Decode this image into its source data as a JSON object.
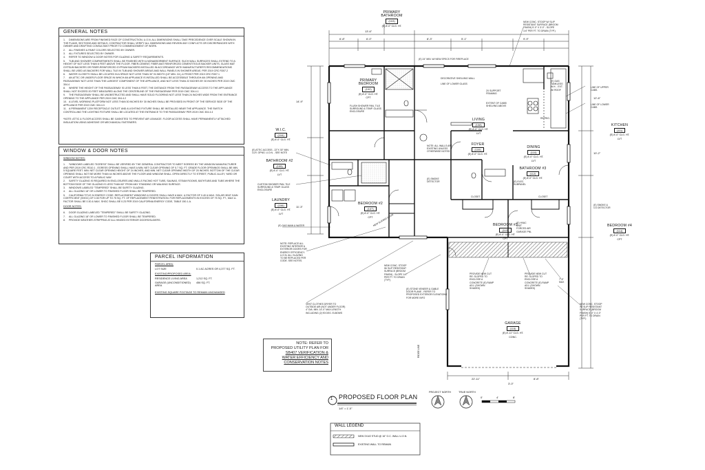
{
  "general_notes": {
    "title": "GENERAL NOTES",
    "items": [
      {
        "num": "1.",
        "text": "DIMENSIONS ARE FROM FINISHED FACE OF CONSTRUCTION, U.O.N. ALL DIMENSIONS SHALL TAKE PRECEDENCE OVER SCALE SHOWN IN THE PLANS, SECTIONS AND DETAILS. CONTRACTOR SHALL VERIFY ALL DIMENSIONS AND REVIEW ANY CONFLICTS OR DISCREPANCIES WITH OWNER AND DRAFTING CONSULTANT PRIOR TO COMMENCEMENT OF WORK."
      },
      {
        "num": "2.",
        "text": "ALL FINISHES & PAINT COLORS SELECTED BY OWNER."
      },
      {
        "num": "3.",
        "text": "ALL FIXTURES SELECTED BY OWNER."
      },
      {
        "num": "4.",
        "text": "REFER TO WINDOW & DOOR NOTES FOR GLAZING & SAFETY REQUIREMENTS."
      },
      {
        "num": "5.",
        "text": "TUB AND SHOWER COMPARTMENTS SHALL BE FINISHED WITH A NONABSORBENT SURFACE. SUCH WALL SURFACES SHALL EXTEND TO A HEIGHT OF NOT LESS THAN 6 FEET ABOVE THE FLOOR. FIBER-CEMENT, FIBER-MAT REINFORCED CEMENTITIOUS BACKER UNITS, GLASS MAT GYPSUM BACKERS OR FIBER-REINFORCED GYPSUM BACKERS INSTALLED IN ACCORDANCE WITH MANUFACTURER'S RECOMMENDATIONS SHALL BE USED AS BACKERS FOR WALL TILE IN TUB AND SHOWER AREAS AND WALL PANELS IN SHOWER AREAS. PER 2019 CRC R307.2"
      },
      {
        "num": "6.",
        "text": "WATER CLOSETS SHALL BE LOCATED IN A SPACE NOT LESS THAN 30\" IN WIDTH (15\" MIN. C/L) & FRONT PER 2019 CRC R307.1"
      },
      {
        "num": "7.",
        "text": "AN ATTIC OR UNDER-FLOOR SPACE IN WHICH AN APPLIANCE IS INSTALLED SHALL BE ACCESSIBLE THROUGH AN OPENING AND PASSAGEWAY NOT LESS THAN THE LARGEST COMPONENT OF THE APPLIANCE, AND NOT LESS THAN 22 INCHES BY 30 INCHES PER 2019 CMC 304.4"
      },
      {
        "num": "8.",
        "text": "WHERE THE HEIGHT OF THE PASSAGEWAY IS LESS THAN 6 FEET, THE DISTANCE FROM THE PASSAGEWAY ACCESS TO THE APPLIANCE SHALL NOT EXCEED 20 FEET MEASURED ALONG THE CENTERLINE OF THE PASSAGEWAY PER 2019 CMC 304.4.1"
      },
      {
        "num": "9.",
        "text": "THE PASSAGEWAY SHALL BE UNOBSTRUCTED AND SHALL HAVE SOLID FLOORING NOT LESS THAN 24 INCHES WIDE FROM THE ENTRANCE OPENING TO THE APPLIANCE PER 2019 CMC 304.4.2"
      },
      {
        "num": "10.",
        "text": "A LEVEL WORKING PLATFORM NOT LESS THAN 30 INCHES BY 30 INCHES SHALL BE PROVIDED IN FRONT OF THE SERVICE SIDE OF THE APPLIANCE PER 2019 CMC 304.4.3"
      },
      {
        "num": "11.",
        "text": "A PERMANENT 120V RECEPTACLE OUTLET AND A LIGHTING FIXTURE SHALL BE INSTALLED NEAR THE APPLIANCE. THE SWITCH CONTROLLING THE LIGHTING FIXTURE SHALL BE LOCATED AT THE ENTRANCE TO THE PASSAGEWAY PER 2019 CMC 304.4.4"
      }
    ],
    "footnote": "*NOTE: ATTIC & FLOOR ACCESS SHALL BE GASKETED TO PREVENT AIR LEAKAGE. FLOOR ACCESS SHALL HAVE PERMANENTLY ATTACHED INSULATION USING ADHESIVE OR MECHANICAL FASTENERS."
  },
  "window_door_notes": {
    "title": "WINDOW & DOOR NOTES",
    "window_heading": "WINDOW NOTES:",
    "window_items": [
      {
        "num": "1.",
        "text": "*WINDOWS LABELED \"EGRESS\" SHALL BE VERIFIED BY THE GENERAL CONTRACTOR TO MEET EGRESS BY THE WINDOW MANUFACTURER AND PER 2019 CRC R310.1 - EGRESS OPENING SHALL HAVE A MIN. NET CLEAR OPENING OF 5.7 SQ. FT. GRADE FLOOR OPENINGS SHALL BE MIN. 5 SQUARE FEET. MIN. NET CLEAR OPENING HEIGHT OF 24 INCHES, AND MIN. NET CLEAR OPENING WIDTH OF 20 INCHES. BOTTOM OF THE CLEAR OPENING SHALL NOT BE MORE THAN 44 INCHES ABOVE THE FLOOR AND WINDOW SHALL OPEN DIRECTLY TO STREET, PUBLIC ALLEY, YARD OR COURT WITH ACCESS TO A PUBLIC WAY."
      },
      {
        "num": "2.",
        "text": "SAFETY GLAZING IS REQUIRED IN ENCLOSURES AND WALLS FACING HOT TUBS, SAUNAS, STEAM ROOMS, BATHTUBS AND TUBS WHERE THE BOTTOM EDGE OF THE GLAZING IS LESS THAN 60\" FROM ANY STANDING OR WALKING SURFACE."
      },
      {
        "num": "3.",
        "text": "WINDOWS LABELED \"TEMPERED\" SHALL BE SAFETY GLAZING."
      },
      {
        "num": "4.",
        "text": "ALL GLAZING 18\" OR LOWER TO FINISHED FLOOR SHALL BE TEMPERED."
      },
      {
        "num": "5.",
        "text": "CALIFORNIA TITLE 24 ENERGY CODE: REPLACEMENT WINDOWS & DOORS SHALL HAVE A MAX. U-FACTOR OF 0.40 & MAX. SOLAR HEAT GAIN COEFFICIENT (SHGC) OF 0.35 FOR UP TO 75 SQ. FT. OF REPLACEMENT FENESTRATION. FOR REPLACEMENTS IN EXCESS OF 75 SQ. FT., MAX U-FACTOR SHALL BE 0.30 & MAX. SHGC SHALL BE 0.23 PER 2019 CALIFORNIA ENERGY CODE, TABLE 150.1-A."
      }
    ],
    "door_heading": "DOOR NOTES:",
    "door_items": [
      {
        "num": "6.",
        "text": "DOOR GLAZING LABELED \"TEMPERED\" SHALL BE SAFETY GLAZING."
      },
      {
        "num": "7.",
        "text": "ALL GLAZING 18\" OR LOWER TO FINISHED FLOOR SHALL BE TEMPERED."
      },
      {
        "num": "8.",
        "text": "PROVIDE WEATHER-STRIPPING AT ALL HINGED EXTERIOR DOORS/SLIDERS."
      }
    ]
  },
  "parcel_info": {
    "title": "PARCEL INFORMATION",
    "area_heading": "PARCEL AREA:",
    "lot_label": "LOT SIZE",
    "lot_value": "0.1 AC ACRES OR 4,377 SQ. FT.",
    "existing_heading": "EXISTING/PROPOSED AREA:",
    "res_label": "RESIDENCE LIVING AREA",
    "res_value": "1,212 SQ. FT.",
    "garage_label": "GARAGE (UNCONDITIONED) AREA",
    "garage_value": "456 SQ. FT.",
    "footer": "EXISTING SQUARE FOOTAGE TO REMAIN UNCHANGED"
  },
  "utility_note": {
    "line1": "NOTE: REFER TO",
    "line2": "PROPOSED UTILITY PLAN FOR",
    "line3": "SB407 VERIFICATION &",
    "line4": "WATER EFFICIENCY AND",
    "line5": "CONSERVATION NOTES"
  },
  "title_block": {
    "number": "1",
    "title": "PROPOSED FLOOR PLAN",
    "scale": "1/4\" = 1'-0\"",
    "project_north": "PROJECT NORTH",
    "true_north": "TRUE NORTH",
    "scale_marks": [
      "0'",
      "4'",
      "8'"
    ]
  },
  "wall_legend": {
    "title": "WALL LEGEND",
    "new_wall": "NEW 2X4/2 STUD @ 16\" O.C. WALL U.O.N.",
    "existing_wall": "EXISTING WALL TO REMAIN"
  },
  "rooms": [
    {
      "key": "primary_bath",
      "name": "PRIMARY\nBATHROOM",
      "tag": "(103)",
      "sub": "(E) 8'-0\" CLG. HT."
    },
    {
      "key": "primary_bed",
      "name": "PRIMARY\nBEDROOM",
      "tag": "(102)",
      "sub": "(E) 8'-0\" CLG. HT.\nCPT"
    },
    {
      "key": "wic",
      "name": "W.I.C.",
      "tag": "(104)",
      "sub": "(E) 8'-0\" CLG. HT."
    },
    {
      "key": "bath2",
      "name": "BATHROOM #2",
      "tag": "(105)",
      "sub": "(E) 8'-0\" CLG. HT.\nLVT"
    },
    {
      "key": "laundry",
      "name": "LAUNDRY",
      "tag": "(106)",
      "sub": "(E) 8'-0\" CLG. HT.\nLVT"
    },
    {
      "key": "bed2",
      "name": "BEDROOM #2",
      "tag": "(107)",
      "sub": "(E) 8'-0\" CLG. HT.\nCPT"
    },
    {
      "key": "living",
      "name": "LIVING",
      "tag": "(108)",
      "sub": "(E) 8'-0\" CLG. HT.\nLVT"
    },
    {
      "key": "foyer",
      "name": "FOYER",
      "tag": "(109)",
      "sub": "(E) 8'-0\" CLG. HT."
    },
    {
      "key": "dining",
      "name": "DINING",
      "tag": "(110)",
      "sub": "(E) 8'-0\" CLG. HT.\nLVT"
    },
    {
      "key": "kitchen",
      "name": "KITCHEN",
      "tag": "(111)",
      "sub": "(E) 8'-0\" CLG. HT.\nLVT"
    },
    {
      "key": "bath3",
      "name": "BATHROOM #3",
      "tag": "(112)",
      "sub": "(E) 8'-0\" CLG. HT."
    },
    {
      "key": "bed3",
      "name": "BEDROOM #3",
      "tag": "(113)",
      "sub": "(E) 8'-0\" CLG. HT.\nCPT"
    },
    {
      "key": "bed4",
      "name": "BEDROOM #4",
      "tag": "(114)",
      "sub": "(E) 8'-0\" CLG. HT.\nCPT"
    },
    {
      "key": "garage",
      "name": "GARAGE",
      "tag": "(115)",
      "sub": "(E) 8'-11\" CLG. HT.\nCONC."
    }
  ],
  "callouts": {
    "conc_stoop_top": "NEW CONC. STOOP W/ SLIP\nRESISTANT SURFACE (BROOM\nFINISH) 5'-0\" X 3'-0\" - SLOPE\n1/4\" PER FT. TO DRAIN (TYP.)",
    "egress_note": "(E) 24\" MIN. W/ NEW SPECS FOR FIREPLACE",
    "tankless": "(E) GAS\nTANKLESS\nW.H. - EXT.\nW/ ROOF",
    "upper_cabs": "LINE OF UPPER\nCABS.",
    "lower_cabs": "LINE OF LOWER\nCABS.",
    "decorative_wall": "DECORATIVE SHELVING WALL",
    "line_glass": "LINE OF LOWER GLASS",
    "shower_pan": "FLUSH SHOWER PAN, TILE\nSURROUND & TEMP. GLASS\nENCLOSURE",
    "support": "2X SUPPORT\nFRAMING",
    "extent": "EXTENT OF CABS/\nSHELVING ABOVE",
    "attic": "(E) ATTIC ACCESS - 22\"X 30\" MIN.\nCLR. OPNG. U.O.N. - SEE NOTE",
    "custom_shower": "CUSTOM SHOWER PAN, TILE\nSURROUND & TEMP. GLASS\nENCLOSURE",
    "gas_water": "(E) GAS MAIN & WATER",
    "sliding_door": "NEW SLIDING DOOR",
    "refrig": "REFRIG.",
    "fire_prop": "NOTE: REPLACE ALL\nEXISTING INTERIOR &\nEXTERIOR DOORS FOR\nENERGY EFFICIENCY.\nU.O.N. ALL GLAZING\nTO BE REPLACED PER\nCODE. SEE NOTES.",
    "dryer_vent": "VENT CLOTHES DRYER TO\nOUTSIDE AIR (NOT UNDER FLOOR)\n4\" DIA. MIN. 14'-0\" MAX LENGTH\nINCLUDING (2) 90 DEG. ELBOWS",
    "stoop_mid": "NEW CONC. STOOP\nW/ SLIP RESISTANT\nSURFACE (BROOM\nFINISH) - SLOPE 1/4\"\nPER FT. TO DRAIN\n(TYP.)",
    "refer_exterior": "(E) STONE VENEER & GABLE\nDOOR PLANE - REFER TO\nPROPOSED EXTERIOR ELEVATIONS\nFOR MORE INFO",
    "ramp_left": "PROVIDE NEW CUT\nRE: SLOPED TO\nENCLOSE A\nCONCRETE (E) RAMP\nADJ. (SHOWN\nSHADED)",
    "ramp_right": "PROVIDE NEW CUT\nRE: SLOPED TO\nENCLOSE A\nCONCRETE (E) RAMP\nADJ. (SHOWN\nSHADED)",
    "stoop_right": "NEW CONC. STOOP\nW/ SLIP RESISTANT\nSURFACE (BROOM\nFINISH) 5'-0\" X 4'-0\"\nPER FT. TO DRAIN\n(TYP.)",
    "max_dim": "7'-6\"\nMAX",
    "electrical": "(E) ELEC.\nSUBPANEL",
    "hvac": "(E) HVAC\nUNIT\nFORCED AIR\nGARAGE PNL",
    "smoke": "(E) SMOKE\nDETECTOR",
    "co": "(E) SMOKE &\nCO DETECTOR",
    "closet": "CLOSET",
    "wall_note": "NOTE: ALL WALLS ARE\nEXISTING UNLESS\nOTHERWISE NOTED",
    "ridge": "RIDGE LINE"
  },
  "dims": {
    "top_overall": "13'-6\"",
    "top_a": "6'-8\"",
    "top_b": "6'-0\"",
    "top_c": "8'-3\"",
    "top_d": "5'-1\"",
    "top_e": "9'-9\"",
    "right_a": "12'-6\"",
    "right_b": "10'-2\"",
    "left_a": "14'-9\"",
    "left_b": "11'-3\"",
    "bottom_a": "22'-11\"",
    "bottom_b": "8'-8\"",
    "bottom_c": "3'-0\""
  }
}
